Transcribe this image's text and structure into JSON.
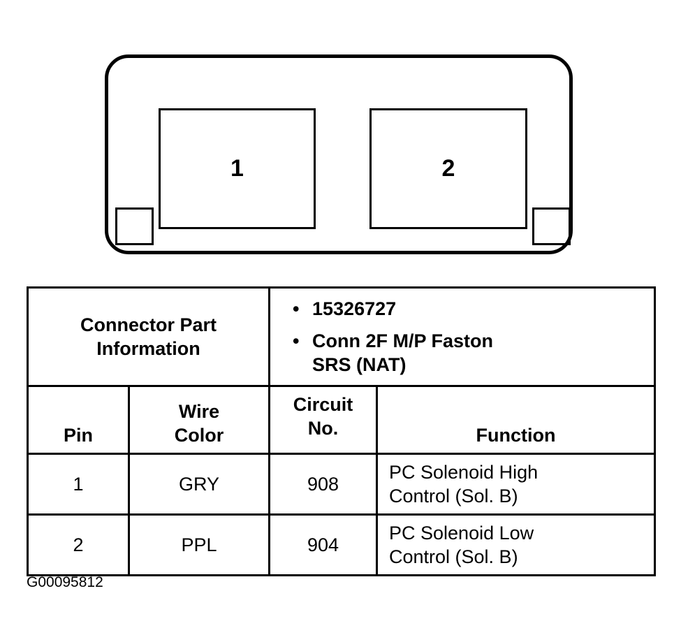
{
  "connector": {
    "cavities": [
      "1",
      "2"
    ]
  },
  "table": {
    "part_info_label_line1": "Connector Part",
    "part_info_label_line2": "Information",
    "part_info_values": [
      "15326727",
      "Conn 2F M/P Faston",
      "SRS (NAT)"
    ],
    "headers": {
      "pin": "Pin",
      "wire_color_line1": "Wire",
      "wire_color_line2": "Color",
      "circuit_line1": "Circuit",
      "circuit_line2": "No.",
      "function": "Function"
    },
    "rows": [
      {
        "pin": "1",
        "wire_color": "GRY",
        "circuit": "908",
        "function_line1": "PC Solenoid High",
        "function_line2": "Control (Sol. B)"
      },
      {
        "pin": "2",
        "wire_color": "PPL",
        "circuit": "904",
        "function_line1": "PC Solenoid Low",
        "function_line2": "Control (Sol. B)"
      }
    ]
  },
  "figure_id": "G00095812"
}
